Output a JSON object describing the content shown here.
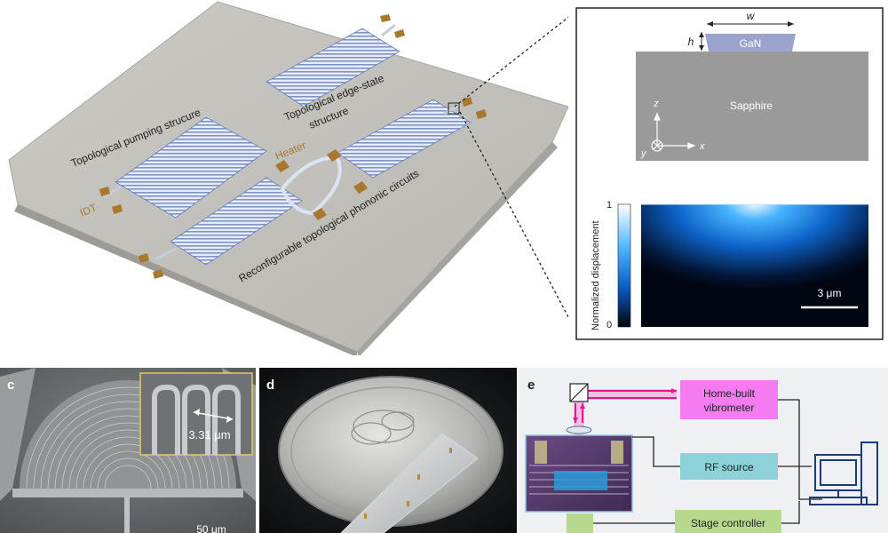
{
  "panel_a": {
    "labels": {
      "pumping": "Topological pumping strucure",
      "edge_state_line1": "Topological edge-state",
      "edge_state_line2": "structure",
      "heater": "Heater",
      "idt": "IDT",
      "reconfigurable": "Reconfigurable topological phononic circuits"
    }
  },
  "panel_b": {
    "width_label": "w",
    "height_label": "h",
    "gan_label": "GaN",
    "substrate_label": "Sapphire",
    "axis_z": "z",
    "axis_x": "x",
    "axis_y": "y",
    "colorbar_label": "Normalized displacement",
    "colorbar_max": "1",
    "colorbar_min": "0",
    "scale_bar": "3 μm"
  },
  "panel_c": {
    "letter": "c",
    "inset_measure": "3.31 μm",
    "scale_bar": "50 μm"
  },
  "panel_d": {
    "letter": "d"
  },
  "panel_e": {
    "letter": "e",
    "vibrometer_line1": "Home-built",
    "vibrometer_line2": "vibrometer",
    "rf_source": "RF source",
    "stage_controller": "Stage controller"
  },
  "colors": {
    "gan": "#9aa3cc",
    "sapphire": "#9a9a9a",
    "electrode": "#a8782e",
    "vibrometer_box": "#f57cf0",
    "rf_box": "#8cd2d8",
    "stage_box": "#b6d98e",
    "laser": "#e8158a",
    "computer": "#1f3a78"
  }
}
